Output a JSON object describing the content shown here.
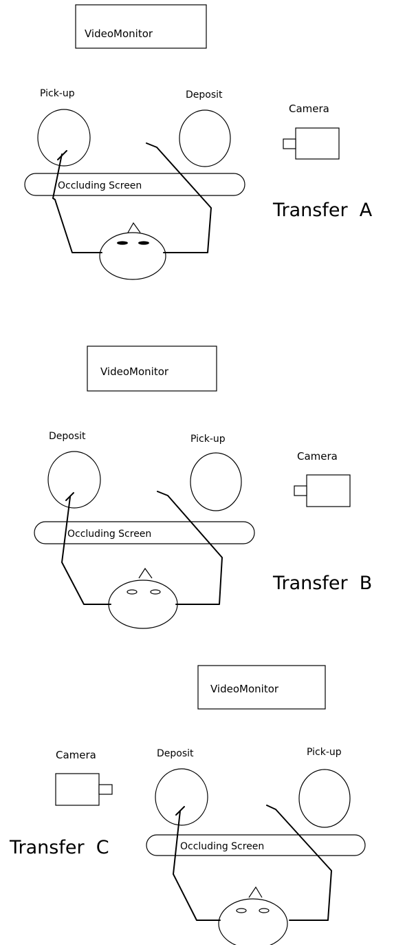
{
  "panels": [
    {
      "video_monitor": "VideoMonitor",
      "left_circle_label": "Pick-up",
      "right_circle_label": "Deposit",
      "camera_label": "Camera",
      "screen_label": "Occluding Screen",
      "transfer_label": "Transfer  A"
    },
    {
      "video_monitor": "VideoMonitor",
      "left_circle_label": "Deposit",
      "right_circle_label": "Pick-up",
      "camera_label": "Camera",
      "screen_label": "Occluding Screen",
      "transfer_label": "Transfer  B"
    },
    {
      "video_monitor": "VideoMonitor",
      "left_circle_label": "Deposit",
      "right_circle_label": "Pick-up",
      "camera_label": "Camera",
      "screen_label": "Occluding Screen",
      "transfer_label": "Transfer  C"
    }
  ]
}
